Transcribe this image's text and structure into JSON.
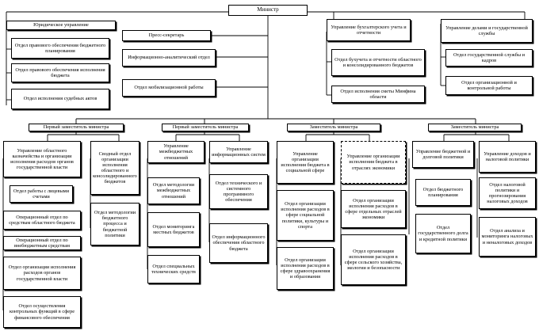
{
  "minister": "Министр",
  "left_column": [
    "Юридическое управление",
    "Отдел правового обеспечения бюджетного планирования",
    "Отдел правового обеспечения исполнения бюджета",
    "Отдел исполнения судебных актов"
  ],
  "center_column": [
    "Пресс-секретарь",
    "Информационно-аналитический отдел",
    "Отдел мобилизационной работы"
  ],
  "accounting_group": [
    "Управление бухгалтерского учета и отчетности",
    "Отдел бухучета и отчетности областного и консолидированного бюджетов",
    "Отдел исполнения сметы Минфина области"
  ],
  "affairs_group": [
    "Управление делами и государственной службы",
    "Отдел государственной службы и кадров",
    "Отдел организационной и контрольной работы"
  ],
  "deputies": [
    "Первый заместитель министра",
    "Первый заместитель министра",
    "Заместитель министра",
    "Заместитель министра"
  ],
  "col1": [
    "Управление областного казначейства и организации исполнения расходов органов государственной власти",
    "Отдел работы с лицевыми счетами",
    "Операционный отдел по средствам областного бюджета",
    "Операционный отдел по внебюджетным средствам",
    "Отдел организации исполнения расходов органов государственной власти",
    "Отдел осуществления контрольных функций в сфере финансового обеспечения"
  ],
  "col2": [
    "Сводный отдел организации исполнения областного и консолидированного бюджетов",
    "Отдел методологии бюджетного процесса и бюджетной политики"
  ],
  "col3": [
    "Управление межбюджетных отношений",
    "Отдел методологии межбюджетных отношений",
    "Отдел мониторинга местных бюджетов",
    "Отдел специальных технических средств"
  ],
  "col4": [
    "Управление информационных систем",
    "Отдел технического и системного программного обеспечения",
    "Отдел информационного обеспечения областного бюджета"
  ],
  "col5": [
    "Управление организации исполнения бюджета в социальной сфере",
    "Отдел организации исполнения расходов в сфере социальной политики, культуры и спорта",
    "Отдел организации исполнения расходов в сфере здравоохранения и образования"
  ],
  "col6": [
    "Управление организации исполнения бюджета в отраслях экономики",
    "Отдел организации исполнения расходов в сфере отдельных отраслей экономики",
    "Отдел организации исполнения расходов в сфере сельского хозяйства, экологии и безопасности"
  ],
  "col7": [
    "Управление бюджетной и долговой политики",
    "Отдел бюджетного планирования",
    "Отдел государственного долга и кредитной политики"
  ],
  "col8": [
    "Управление доходов и налоговой политики",
    "Отдел налоговой политики и прогнозирования налоговых доходов",
    "Отдел анализа и мониторинга налоговых и неналоговых доходов"
  ]
}
